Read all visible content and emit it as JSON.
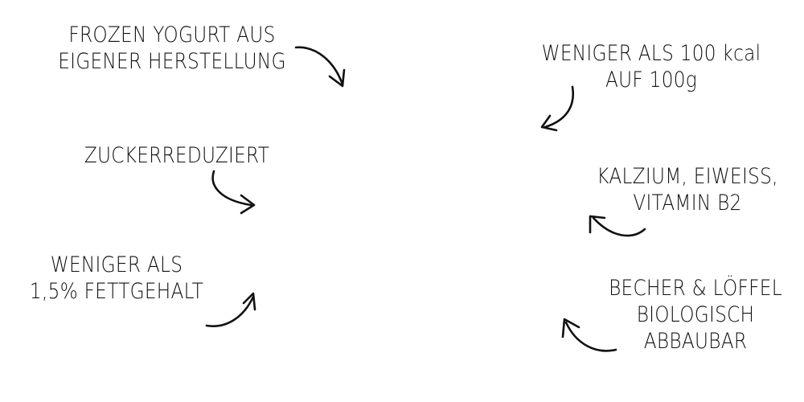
{
  "claims": {
    "frozen_yogurt": [
      "FROZEN YOGURT AUS",
      "EIGENER HERSTELLUNG"
    ],
    "zuckerreduziert": [
      "ZUCKERREDUZIERT"
    ],
    "fettgehalt": [
      "WENIGER ALS",
      "1,5%  FETTGEHALT"
    ],
    "kalorien": [
      "WENIGER ALS 100 kcal",
      "AUF 100g"
    ],
    "naehrstoffe": [
      "KALZIUM, EIWEISS,",
      "VITAMIN B2"
    ],
    "verpackung": [
      "BECHER & LÖFFEL",
      "BIOLOGISCH",
      "ABBAUBAR"
    ]
  },
  "arrows": {
    "frozen_yogurt": "curved-arrow-down-right-icon",
    "zuckerreduziert": "curved-arrow-right-icon",
    "fettgehalt": "curved-arrow-up-right-icon",
    "kalorien": "curved-arrow-down-left-icon",
    "naehrstoffe": "curved-arrow-up-left-icon",
    "verpackung": "curved-arrow-up-left-icon"
  },
  "colors": {
    "text": "#111111",
    "background": "#ffffff"
  }
}
